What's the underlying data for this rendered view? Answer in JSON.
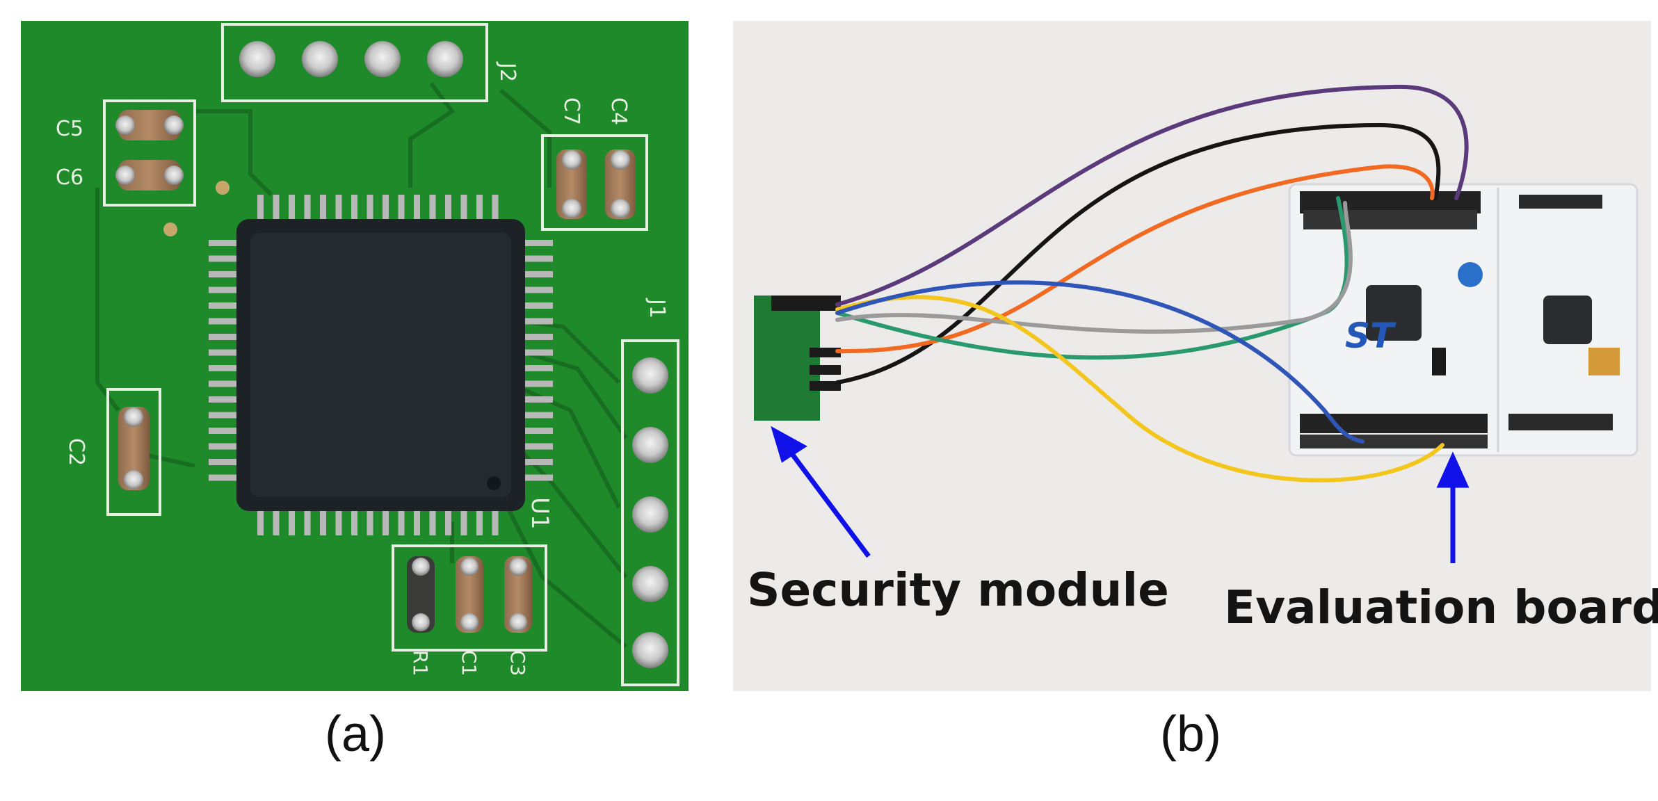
{
  "figure": {
    "panel_a": {
      "caption": "(a)",
      "silkscreen": {
        "c5": "C5",
        "c6": "C6",
        "c7": "C7",
        "c4": "C4",
        "c2": "C2",
        "j1": "J1",
        "j2": "J2",
        "u1": "U1",
        "r1": "R1",
        "c1": "C1",
        "c3": "C3"
      },
      "colors": {
        "pcb": "#1f8a2a",
        "pcb_dark": "#176e20",
        "silk": "#e8efe3",
        "chip": "#1c2226"
      }
    },
    "panel_b": {
      "caption": "(b)",
      "annotations": {
        "security_module": "Security module",
        "evaluation_board": "Evaluation board"
      },
      "colors": {
        "arrow": "#1010e8",
        "board": "#f2f3f5",
        "background": "#ecebea"
      },
      "wire_colors": [
        "#5a3a7a",
        "#151515",
        "#f26a22",
        "#2a9a6e",
        "#9a9a9a",
        "#f2c61c",
        "#2f55b8"
      ]
    }
  }
}
